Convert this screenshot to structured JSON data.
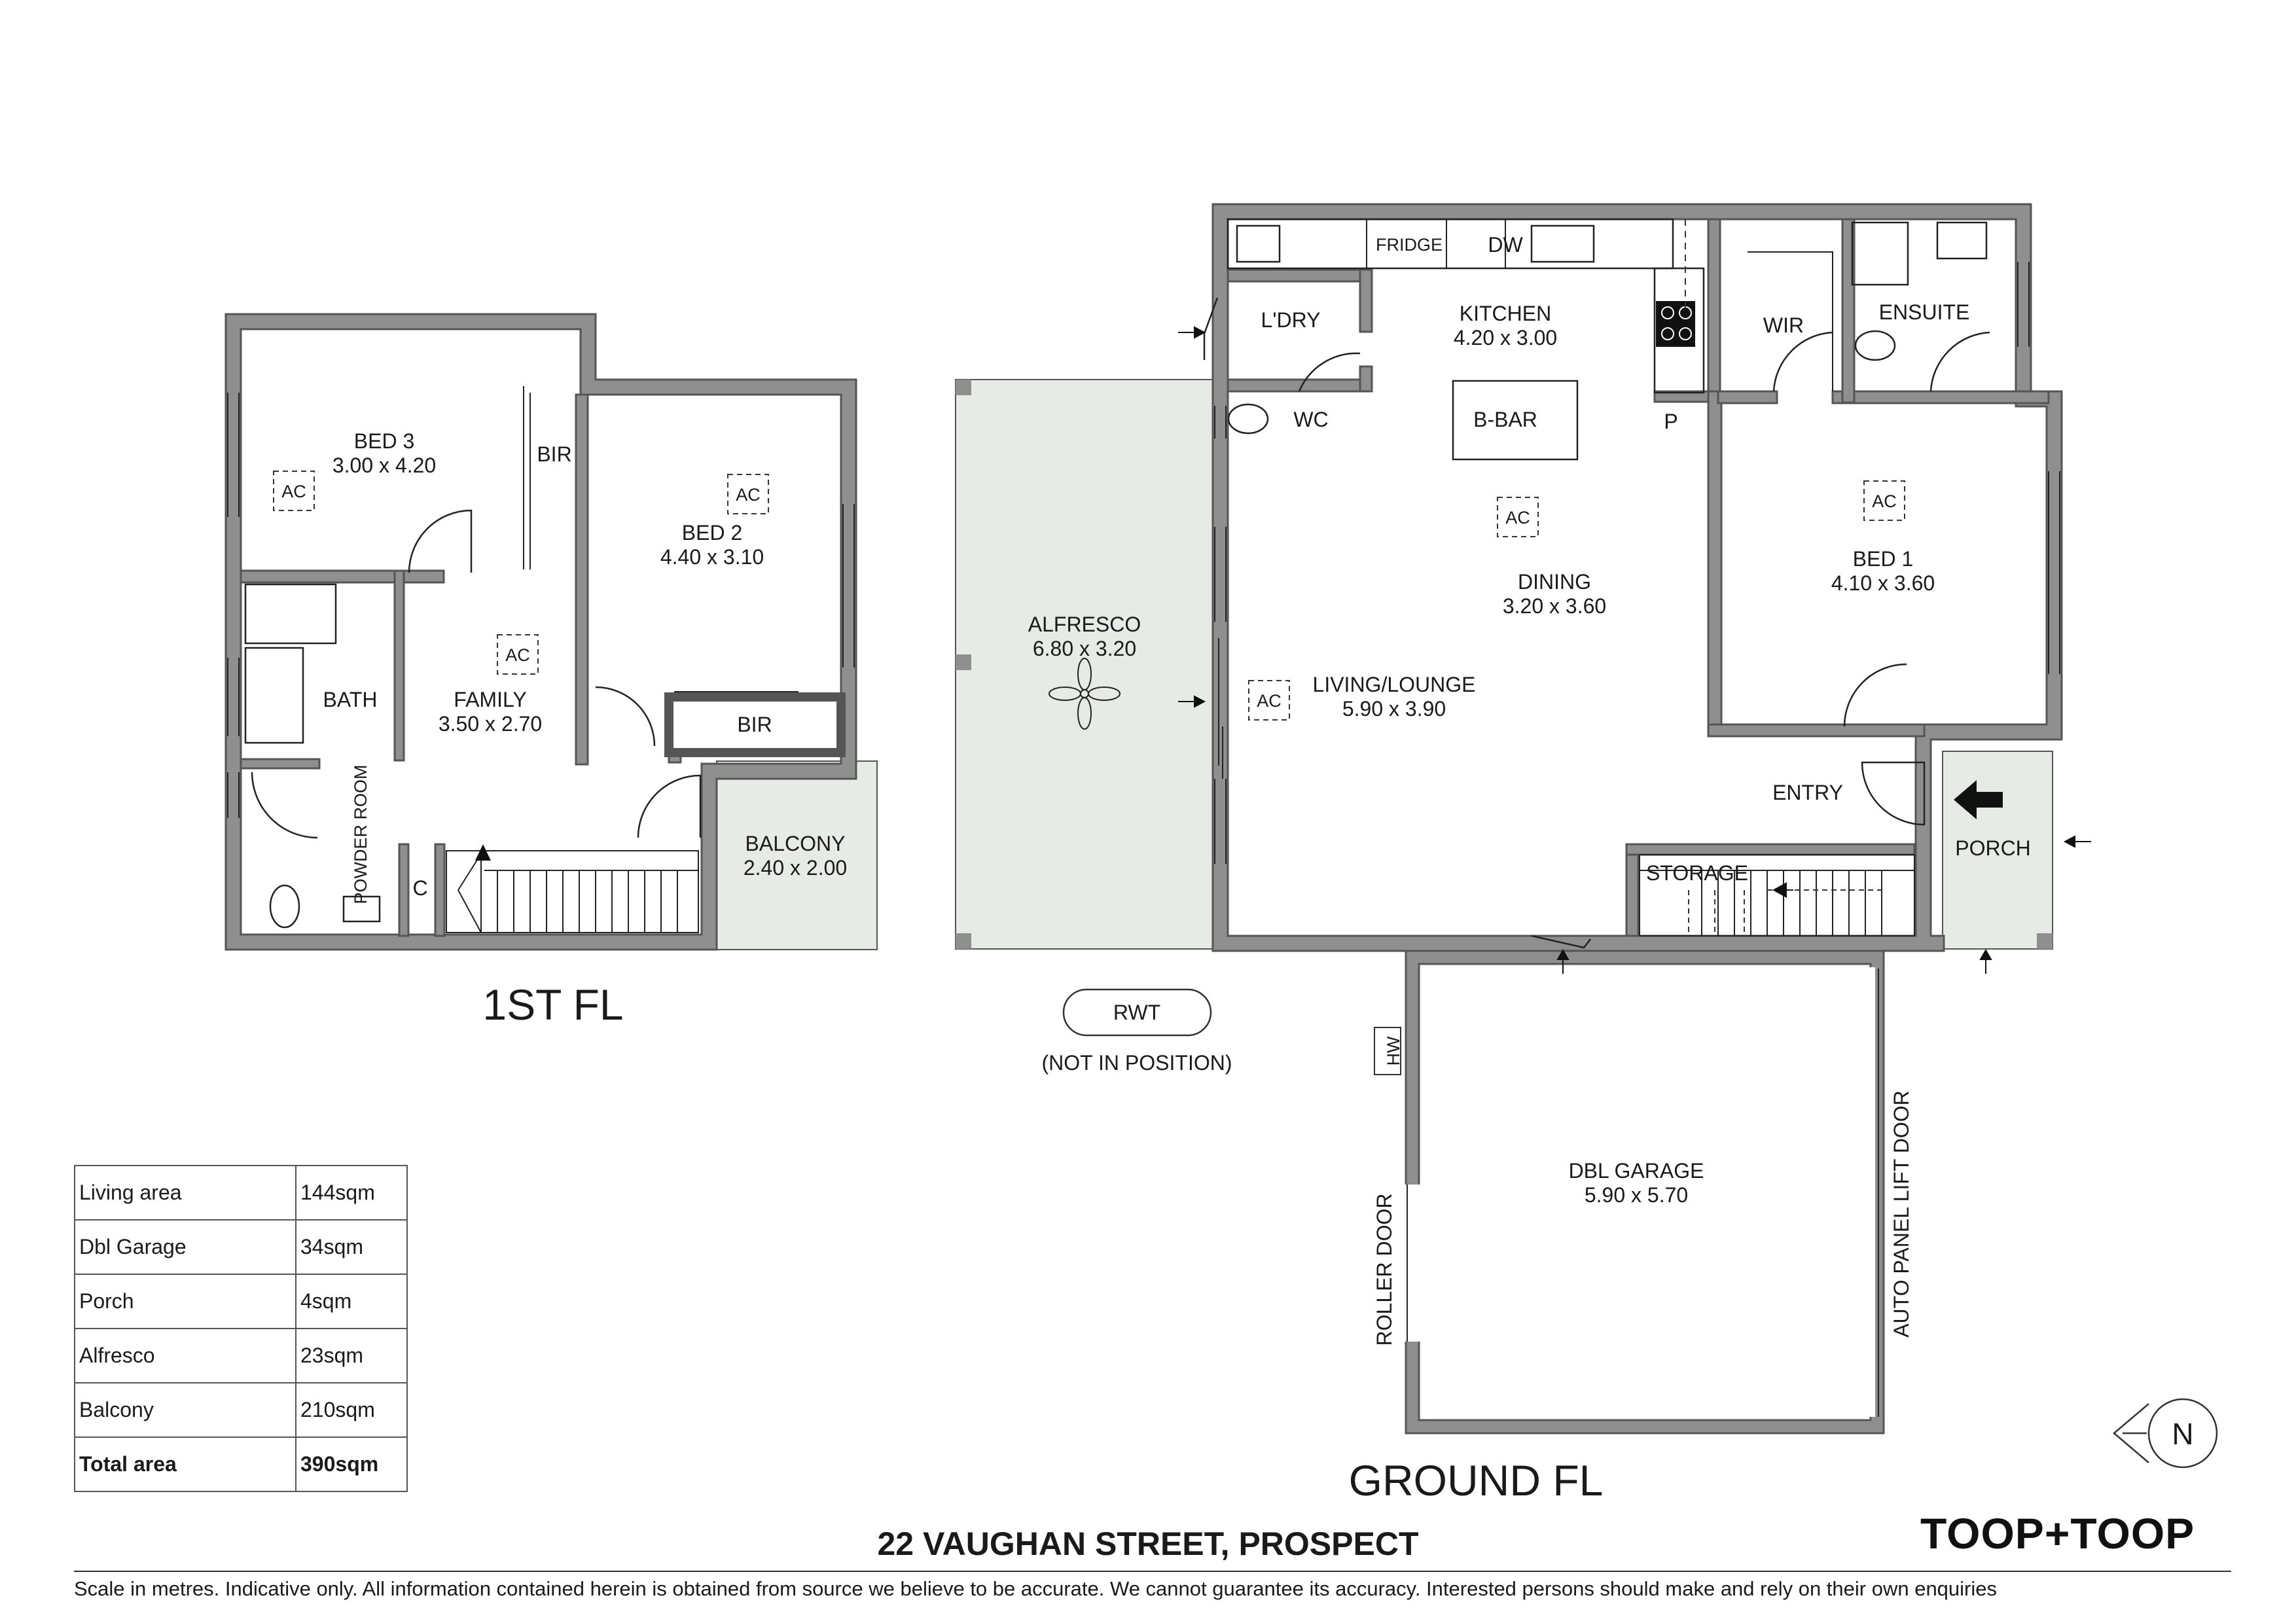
{
  "floors": {
    "first_title": "1ST FL",
    "ground_title": "GROUND FL"
  },
  "first_floor_rooms": {
    "bed3": {
      "name": "BED 3",
      "dims": "3.00 x 4.20"
    },
    "bed2": {
      "name": "BED 2",
      "dims": "4.40 x 3.10"
    },
    "family": {
      "name": "FAMILY",
      "dims": "3.50 x 2.70"
    },
    "bath": {
      "name": "BATH"
    },
    "bir_bed3": {
      "name": "BIR"
    },
    "bir_bed2": {
      "name": "BIR"
    },
    "powder_room": {
      "name": "POWDER ROOM"
    },
    "cupboard": {
      "name": "C"
    },
    "balcony": {
      "name": "BALCONY",
      "dims": "2.40 x 2.00"
    }
  },
  "ground_floor_rooms": {
    "kitchen": {
      "name": "KITCHEN",
      "dims": "4.20 x 3.00"
    },
    "fridge": {
      "name": "FRIDGE"
    },
    "dw": {
      "name": "DW"
    },
    "laundry": {
      "name": "L'DRY"
    },
    "wc": {
      "name": "WC"
    },
    "bbar": {
      "name": "B-BAR"
    },
    "pantry": {
      "name": "P"
    },
    "dining": {
      "name": "DINING",
      "dims": "3.20 x 3.60"
    },
    "living": {
      "name": "LIVING/LOUNGE",
      "dims": "5.90 x 3.90"
    },
    "alfresco": {
      "name": "ALFRESCO",
      "dims": "6.80 x 3.20"
    },
    "wir": {
      "name": "WIR"
    },
    "ensuite": {
      "name": "ENSUITE"
    },
    "bed1": {
      "name": "BED 1",
      "dims": "4.10 x 3.60"
    },
    "entry": {
      "name": "ENTRY"
    },
    "porch": {
      "name": "PORCH"
    },
    "storage": {
      "name": "STORAGE"
    },
    "garage": {
      "name": "DBL GARAGE",
      "dims": "5.90 x 5.70"
    },
    "hw": {
      "name": "HW"
    },
    "roller_door": {
      "name": "ROLLER DOOR"
    },
    "lift_door": {
      "name": "AUTO PANEL LIFT DOOR"
    },
    "rwt": {
      "name": "RWT",
      "note": "(NOT IN POSITION)"
    }
  },
  "ac_label": "AC",
  "north_label": "N",
  "area_table": [
    {
      "label": "Living area",
      "value": "144sqm"
    },
    {
      "label": "Dbl Garage",
      "value": "34sqm"
    },
    {
      "label": "Porch",
      "value": "4sqm"
    },
    {
      "label": "Alfresco",
      "value": "23sqm"
    },
    {
      "label": "Balcony",
      "value": "210sqm"
    },
    {
      "label": "Total area",
      "value": "390sqm"
    }
  ],
  "address": "22 VAUGHAN STREET, PROSPECT",
  "brand": "TOOP+TOOP",
  "disclaimer": "Scale in metres. Indicative only. All information contained herein is obtained from source we believe to be accurate. We cannot guarantee its accuracy. Interested persons should make and rely on their own enquiries",
  "colors": {
    "wall": "#8f8f8f",
    "shaded": "#e6ebe6"
  }
}
